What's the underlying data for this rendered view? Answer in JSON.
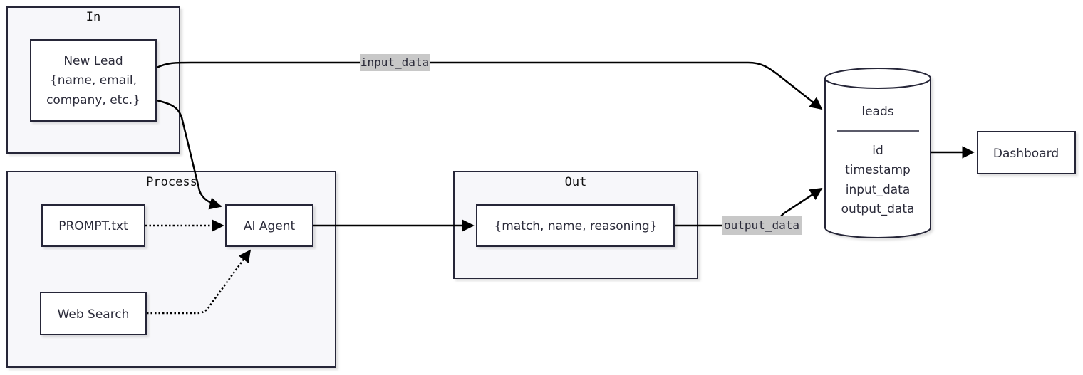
{
  "groups": {
    "in": "In",
    "process": "Process",
    "out": "Out"
  },
  "nodes": {
    "new_lead": [
      "New Lead",
      "{name, email,",
      "company, etc.}"
    ],
    "prompt": "PROMPT.txt",
    "ai_agent": "AI Agent",
    "web_search": "Web Search",
    "output_schema": "{match, name, reasoning}",
    "dashboard": "Dashboard"
  },
  "database": {
    "name": "leads",
    "fields": [
      "id",
      "timestamp",
      "input_data",
      "output_data"
    ]
  },
  "edges": {
    "input_label": "input_data",
    "output_label": "output_data"
  },
  "colors": {
    "group_fill": "#f7f7fa",
    "stroke": "#252538",
    "label_bg": "#c8c8c8"
  }
}
